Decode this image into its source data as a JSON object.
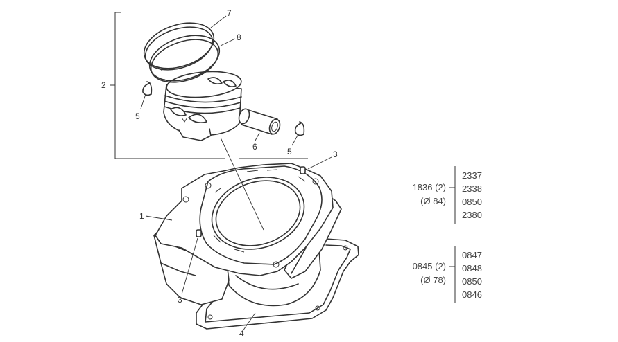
{
  "callouts": {
    "c1": "1",
    "c2": "2",
    "c3a": "3",
    "c3b": "3",
    "c4": "4",
    "c5a": "5",
    "c5b": "5",
    "c6": "6",
    "c7": "7",
    "c8": "8"
  },
  "table": {
    "group1": {
      "label": "1836 (2)",
      "sub": "(Ø 84)",
      "codes": [
        "2337",
        "2338",
        "0850",
        "2380"
      ]
    },
    "group2": {
      "label": "0845 (2)",
      "sub": "(Ø 78)",
      "codes": [
        "0847",
        "0848",
        "0850",
        "0846"
      ]
    }
  }
}
